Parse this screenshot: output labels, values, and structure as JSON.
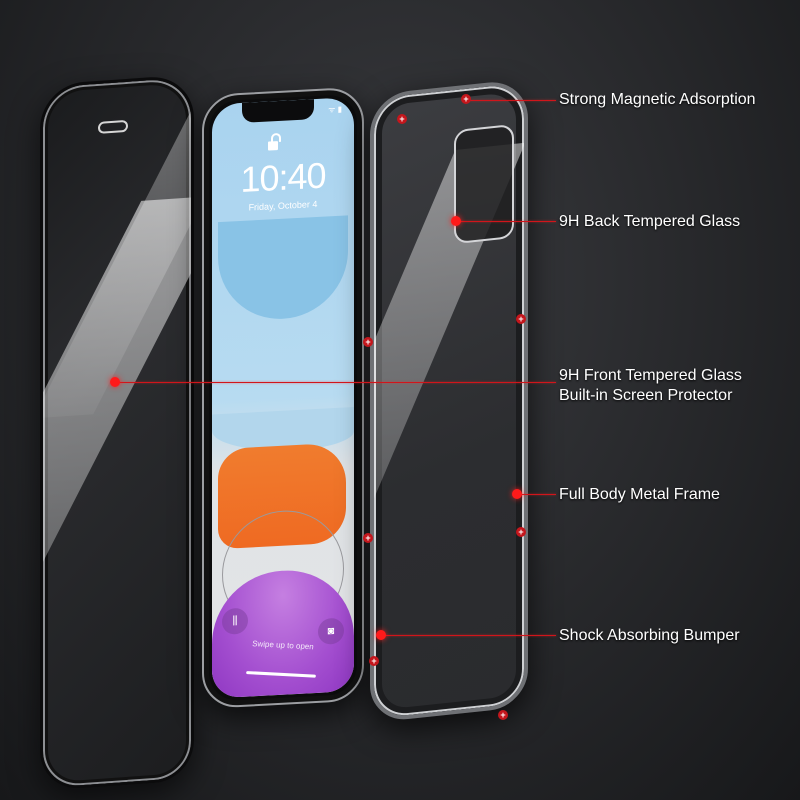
{
  "features": [
    {
      "id": "magnetic",
      "lines": [
        "Strong Magnetic Adsorption"
      ]
    },
    {
      "id": "back-glass",
      "lines": [
        "9H Back Tempered Glass"
      ]
    },
    {
      "id": "front-glass",
      "lines": [
        "9H Front Tempered Glass",
        "Built-in Screen Protector"
      ]
    },
    {
      "id": "metal-frame",
      "lines": [
        "Full Body Metal Frame"
      ]
    },
    {
      "id": "bumper",
      "lines": [
        "Shock Absorbing Bumper"
      ]
    }
  ],
  "phone": {
    "time": "10:40",
    "date": "Friday, October 4",
    "swipe_hint": "Swipe up to open",
    "status_icons": "ᯤ ▮"
  },
  "icons": {
    "torch": "⫼",
    "camera": "◙",
    "plus": "+"
  },
  "colors": {
    "accent_red": "#d1151b",
    "background": "#2a2b2e",
    "text": "#ffffff"
  }
}
